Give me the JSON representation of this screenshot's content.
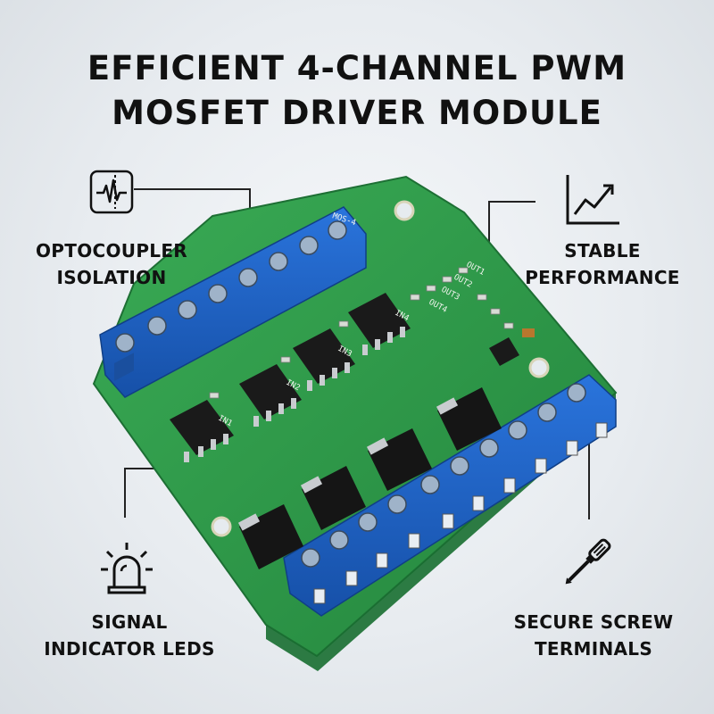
{
  "title": {
    "line1": "EFFICIENT 4-CHANNEL PWM",
    "line2": "MOSFET DRIVER MODULE"
  },
  "features": {
    "optocoupler": {
      "line1": "OPTOCOUPLER",
      "line2": "ISOLATION",
      "icon": "waveform-icon"
    },
    "stable": {
      "line1": "STABLE",
      "line2": "PERFORMANCE",
      "icon": "trend-chart-icon"
    },
    "signal": {
      "line1": "SIGNAL",
      "line2": "INDICATOR LEDS",
      "icon": "beacon-light-icon"
    },
    "terminals": {
      "line1": "SECURE SCREW",
      "line2": "TERMINALS",
      "icon": "screwdriver-icon"
    }
  },
  "board": {
    "model": "MOS-4",
    "silkscreen": [
      "OUT1",
      "OUT2",
      "OUT3",
      "OUT4",
      "IN1",
      "IN2",
      "IN3",
      "IN4"
    ],
    "colors": {
      "pcb": "#2f9a4a",
      "terminal": "#1f63c9",
      "chip": "#1a1a1a"
    }
  }
}
